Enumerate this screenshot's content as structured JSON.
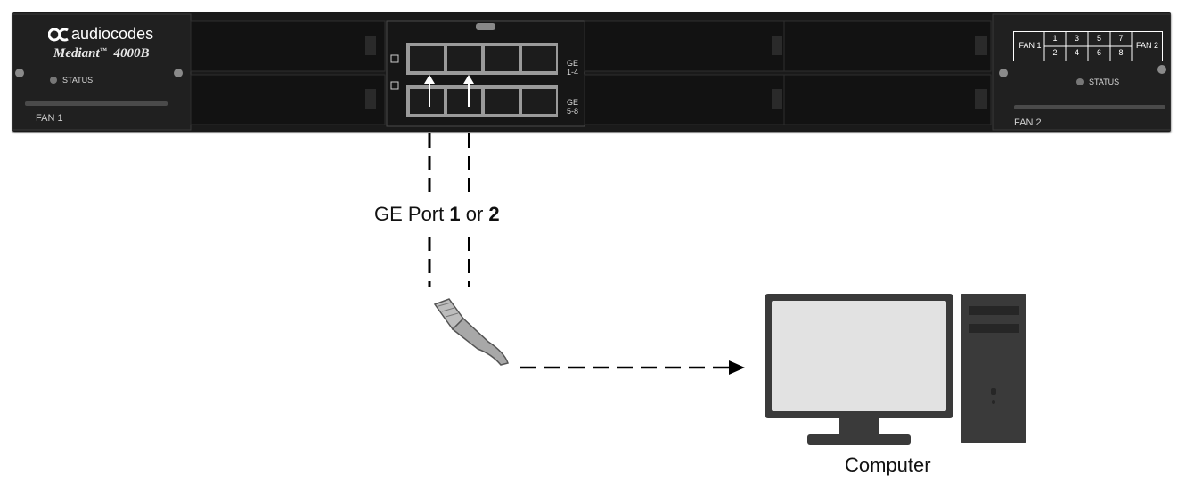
{
  "device": {
    "brand": "audiocodes",
    "model": "Mediant",
    "model_tm": "™",
    "model_number": "4000B",
    "left_status": "STATUS",
    "left_fan": "FAN 1",
    "right_status": "STATUS",
    "right_fan": "FAN 2",
    "ports_top_label": "GE\n1-4",
    "ports_bottom_label": "GE\n5-8",
    "fan_map": {
      "fan1": "FAN 1",
      "fan2": "FAN 2",
      "top_row": [
        "1",
        "3",
        "5",
        "7"
      ],
      "bottom_row": [
        "2",
        "4",
        "6",
        "8"
      ]
    }
  },
  "caption": {
    "prefix": "GE Port ",
    "port_a": "1",
    "middle": " or ",
    "port_b": "2"
  },
  "computer": {
    "label": "Computer"
  },
  "colors": {
    "chassis": "#1a1a1a",
    "monitor_body": "#3a3a3a",
    "monitor_screen": "#e2e2e2",
    "cable": "#000000"
  }
}
